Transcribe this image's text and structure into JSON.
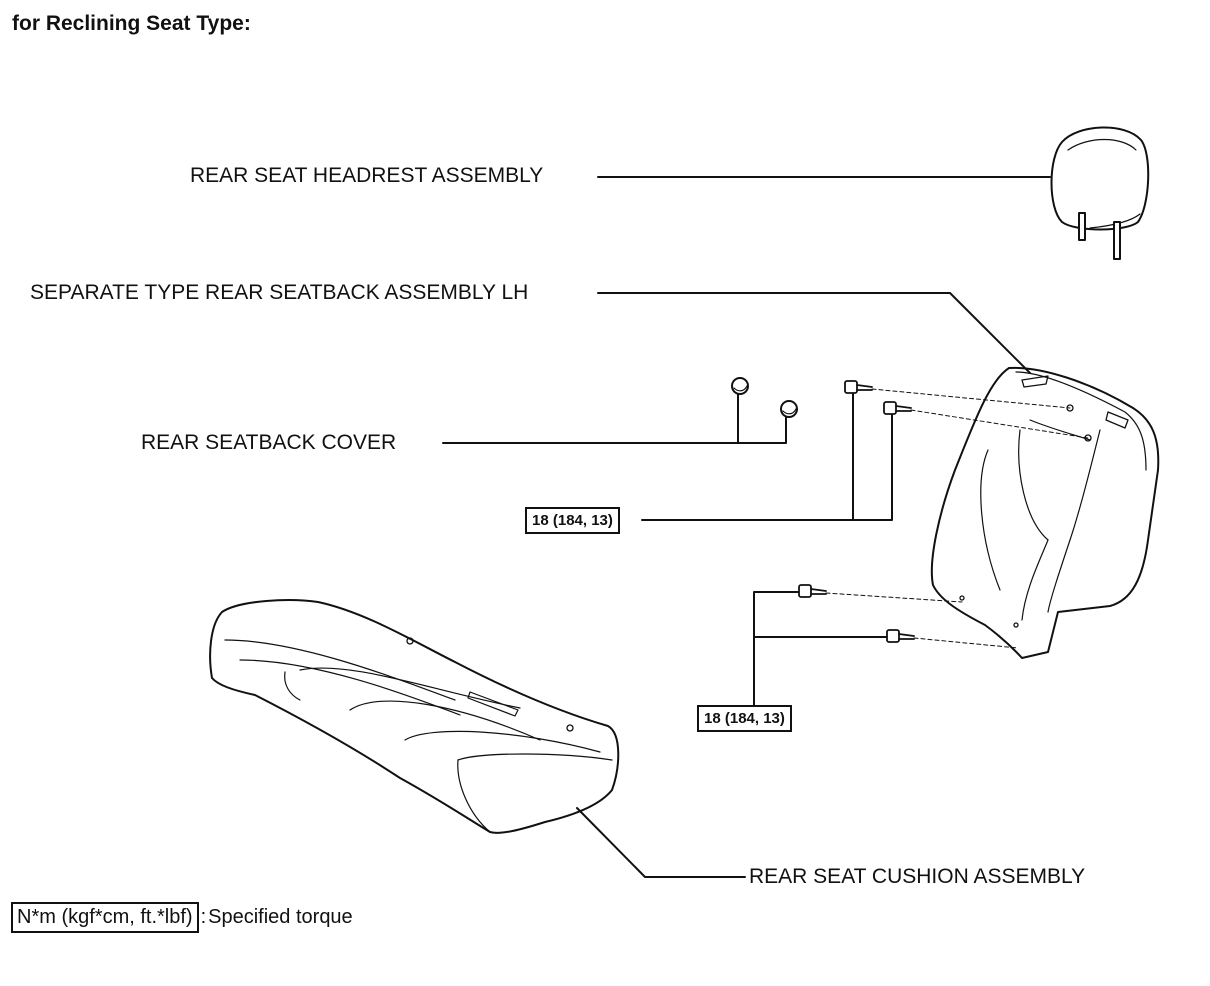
{
  "heading": "for Reclining Seat Type:",
  "labels": {
    "headrest": "REAR SEAT HEADREST ASSEMBLY",
    "seatback": "SEPARATE TYPE REAR SEATBACK ASSEMBLY LH",
    "cover": "REAR SEATBACK COVER",
    "cushion": "REAR SEAT CUSHION ASSEMBLY"
  },
  "torques": {
    "upper": "18 (184, 13)",
    "lower": "18 (184, 13)"
  },
  "legend": {
    "unit": "N*m (kgf*cm, ft.*lbf)",
    "separator": ":",
    "text": "Specified torque"
  }
}
